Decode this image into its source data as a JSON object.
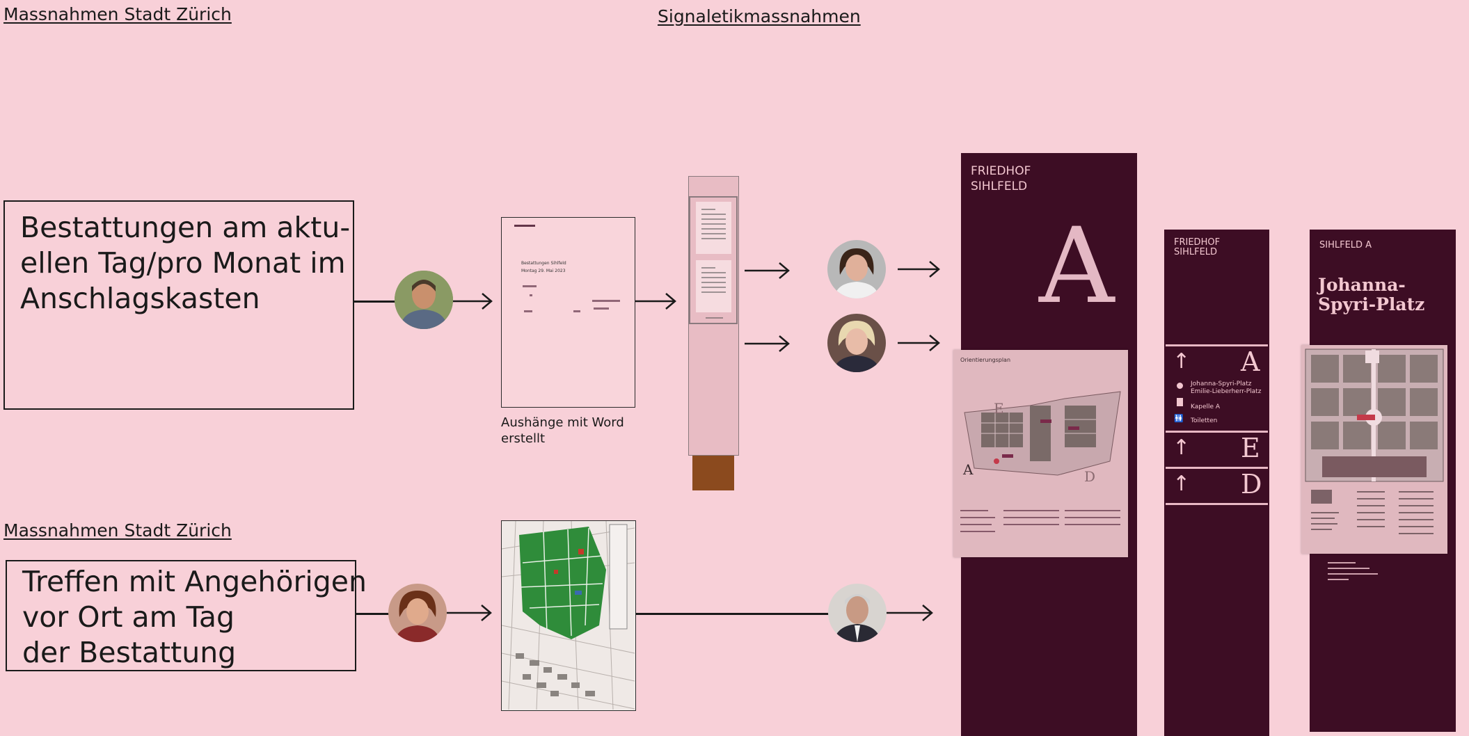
{
  "headings": {
    "top_left": "Massnahmen Stadt Zürich",
    "top_center": "Signaletikmassnahmen",
    "mid_left": "Massnahmen Stadt Zürich"
  },
  "process_1": {
    "box_text": "Bestattungen am aktu-\nellen Tag/pro Monat im\nAnschlagskasten",
    "doc_caption": "Aushänge mit Word\nerstellt",
    "doc_lines": [
      "Bestattungen Sihlfeld",
      "Montag 29. Mai 2023"
    ]
  },
  "process_2": {
    "box_text": "Treffen mit Angehörigen\nvor Ort am Tag\nder Bestattung"
  },
  "panel_large": {
    "title": "FRIEDHOF\nSIHLFELD",
    "letter": "A",
    "map_title": "Orientierungsplan",
    "map_letters": [
      "E",
      "A",
      "D"
    ]
  },
  "panel_directional": {
    "title": "FRIEDHOF\nSIHLFELD",
    "rows": [
      {
        "arrow": "↑",
        "letter": "A"
      },
      {
        "arrow": "↑",
        "letter": "E"
      },
      {
        "arrow": "↑",
        "letter": "D"
      }
    ],
    "items": [
      "Johanna-Spyri-Platz",
      "Emilie-Lieberherr-Platz",
      "Kapelle A",
      "Toiletten"
    ]
  },
  "panel_place": {
    "subtitle": "SIHLFELD A",
    "title": "Johanna-\nSpyri-Platz"
  },
  "colors": {
    "background": "#f8d0d8",
    "panel": "#3d0d24",
    "panel_text": "#f3c7d0",
    "map_green": "#2f8c3a",
    "post_brown": "#8b4a1e"
  },
  "icons": [
    "arrow-right-icon",
    "arrow-up-icon",
    "person-avatar-icon",
    "toilet-icon",
    "chapel-icon",
    "place-dot-icon"
  ]
}
